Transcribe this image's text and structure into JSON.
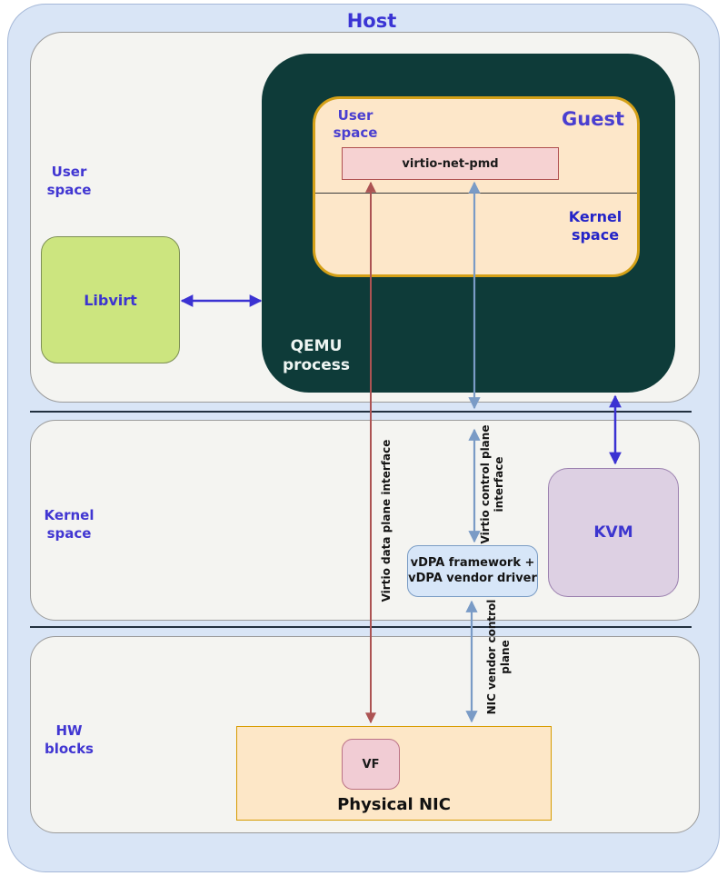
{
  "host": {
    "title": "Host"
  },
  "sections": {
    "user_space": "User\nspace",
    "kernel_space": "Kernel\nspace",
    "hw_blocks": "HW\nblocks"
  },
  "boxes": {
    "libvirt": "Libvirt",
    "qemu": "QEMU\nprocess",
    "guest_title": "Guest",
    "guest_user_space": "User\nspace",
    "guest_kernel_space": "Kernel\nspace",
    "virtio_net_pmd": "virtio-net-pmd",
    "kvm": "KVM",
    "vdpa": "vDPA framework +\nvDPA vendor driver",
    "physical_nic": "Physical NIC",
    "vf": "VF"
  },
  "arrow_labels": {
    "data_plane": "Virtio data plane interface",
    "control_plane": "Virtio control plane\ninterface",
    "nic_vendor": "NIC vendor control\nplane"
  },
  "colors": {
    "host_bg": "#d9e5f6",
    "section_bg": "#f4f4f1",
    "qemu_bg": "#0e3b39",
    "guest_bg": "#fde7c9",
    "guest_border": "#d4a017",
    "virtio_bg": "#f6d2d2",
    "virtio_border": "#b05050",
    "libvirt_bg": "#cce57f",
    "kvm_bg": "#ddd0e3",
    "vdpa_bg": "#d7e6f8",
    "vdpa_border": "#7a9cc4",
    "nic_bg": "#fde7c7",
    "nic_border": "#d79b00",
    "vf_bg": "#f1ccd4",
    "arrow_indigo": "#3b32d2",
    "arrow_red": "#ac5353",
    "arrow_steel": "#7a9bc6",
    "label_blue": "#4136d2"
  }
}
